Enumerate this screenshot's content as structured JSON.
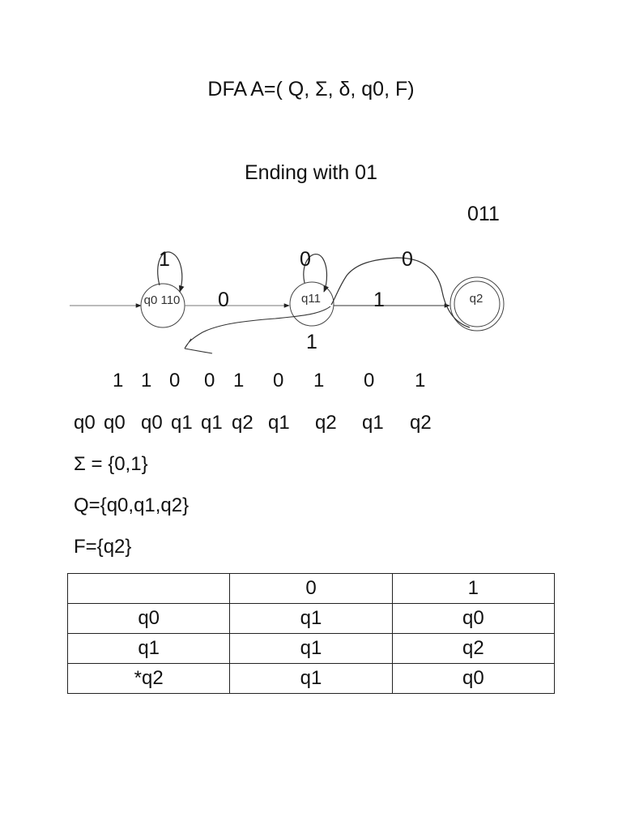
{
  "title": "DFA A=( Q, Σ, δ, q0, F)",
  "subtitle": "Ending with 01",
  "annotation": "011",
  "diagram": {
    "states": [
      {
        "id": "q0",
        "label": "q0 110"
      },
      {
        "id": "q1",
        "label": "q11"
      },
      {
        "id": "q2",
        "label": "q2"
      }
    ],
    "edge_labels": {
      "q0_self": "1",
      "q1_self": "0",
      "q0_to_q1": "0",
      "q1_to_q2": "1",
      "q2_to_q1": "0",
      "q1_to_q0": "1"
    }
  },
  "input_string": [
    "1",
    "1",
    "0",
    "0",
    "1",
    "0",
    "1",
    "0",
    "1"
  ],
  "state_trace": [
    "q0",
    "q0",
    "q0",
    "q1",
    "q1",
    "q2",
    "q1",
    "q2",
    "q1",
    "q2"
  ],
  "definitions": {
    "sigma": "Σ = {0,1}",
    "states": "Q={q0,q1,q2}",
    "final": "F={q2}"
  },
  "transition_table": {
    "header": [
      "",
      "0",
      "1"
    ],
    "rows": [
      [
        "q0",
        "q1",
        "q0"
      ],
      [
        "q1",
        "q1",
        "q2"
      ],
      [
        "*q2",
        "q1",
        "q0"
      ]
    ]
  }
}
